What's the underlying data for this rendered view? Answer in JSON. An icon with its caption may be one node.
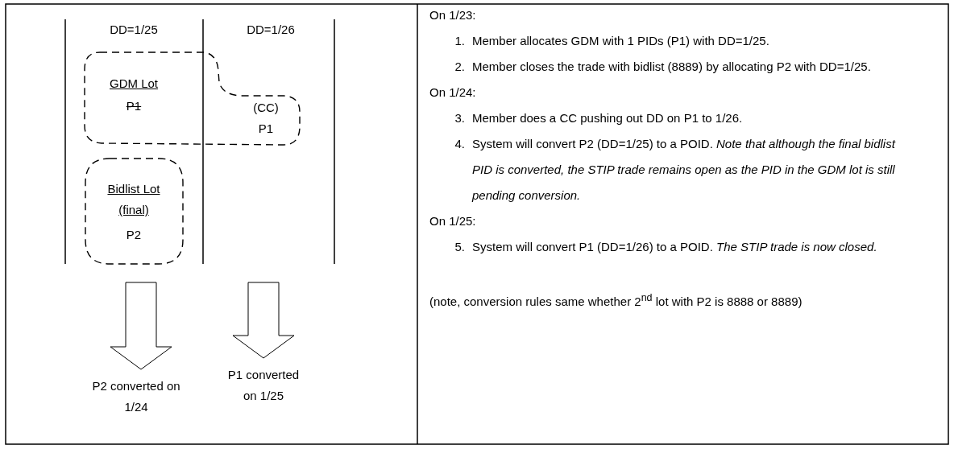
{
  "diagram": {
    "nodes": [
      {
        "text": [
          "GDM Lot",
          "P1",
          "(CC) P1"
        ]
      },
      {
        "text": [
          "Bidlist Lot (final)",
          "P2"
        ]
      },
      {
        "text": [
          "P2 converted on 1/24"
        ]
      },
      {
        "text": [
          "P1 converted on 1/25"
        ]
      }
    ],
    "edges": [
      {
        "from": null,
        "to": 2,
        "arrow": "to"
      },
      {
        "from": null,
        "to": 3,
        "arrow": "to"
      }
    ],
    "labels": [
      "DD=1/25",
      "DD=1/26",
      "On 1/23:",
      "1.",
      "Member allocates GDM with 1 PIDs (P1) with DD=1/25.",
      "2.",
      "Member closes the trade with bidlist (8889) by allocating P2 with DD=1/25.",
      "On 1/24:",
      "3.",
      "Member does a CC pushing out DD on P1 to 1/26.",
      "4.",
      "System will convert P2 (DD=1/25) to a POID. *Note that although the final bidlist PID is converted, the STIP trade remains open as the PID in the GDM lot is still pending conversion.*",
      "On 1/25:",
      "5.",
      "System will convert P1 (DD=1/26) to a POID. *The STIP trade is now closed.*",
      "(note, conversion rules same whether 2$^{nd}$ lot with P2 is 8888 or 8889)"
    ]
  }
}
